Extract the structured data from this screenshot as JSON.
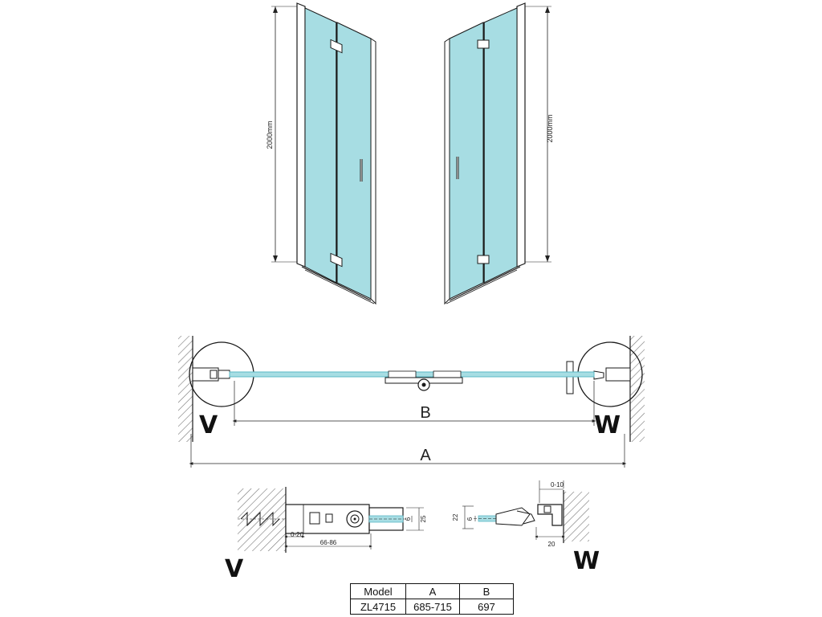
{
  "elevation": {
    "left_height_label": "2000mm",
    "right_height_label": "2000mm"
  },
  "plan": {
    "label_v": "V",
    "label_w": "W",
    "label_b": "B",
    "label_a": "A"
  },
  "details": {
    "v": {
      "label": "V",
      "dim_25": "25",
      "dim_6": "6",
      "dim_0_20": "0-20",
      "dim_66_86": "66-86"
    },
    "w": {
      "label": "W",
      "dim_0_10": "0-10",
      "dim_22": "22",
      "dim_6": "6",
      "dim_20": "20"
    }
  },
  "table": {
    "headers": [
      "Model",
      "A",
      "B"
    ],
    "rows": [
      [
        "ZL4715",
        "685-715",
        "697"
      ]
    ]
  },
  "colors": {
    "glass": "#a7dde3",
    "glass_edge": "#5bb9c6",
    "line": "#1a1a1a",
    "hatch": "#777777"
  }
}
